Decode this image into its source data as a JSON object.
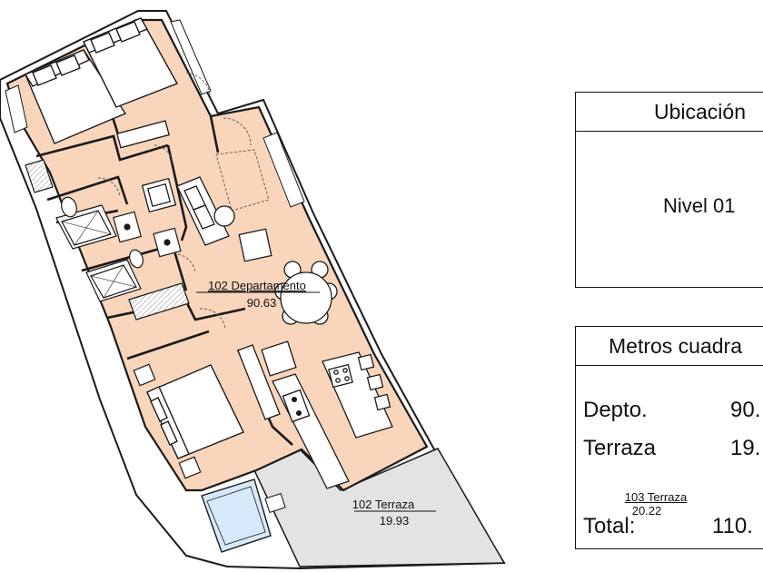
{
  "plan": {
    "unit_label": "102 Departamento",
    "unit_area": "90.63",
    "terrace_label": "102 Terraza",
    "terrace_area": "19.93",
    "neighbor_terrace_label": "103 Terraza",
    "neighbor_terrace_area": "20.22"
  },
  "location_panel": {
    "title": "Ubicación",
    "level": "Nivel 01"
  },
  "area_panel": {
    "title": "Metros cuadra",
    "rows": [
      {
        "label": "Depto.",
        "value": "90."
      },
      {
        "label": "Terraza",
        "value": "19."
      }
    ],
    "total_label": "Total:",
    "total_value": "110."
  },
  "colors": {
    "interior_fill": "#f8d5bb",
    "terrace_fill": "#e3e3e3",
    "pool_fill": "#d6e9fb",
    "wall": "#1a1a1a"
  }
}
